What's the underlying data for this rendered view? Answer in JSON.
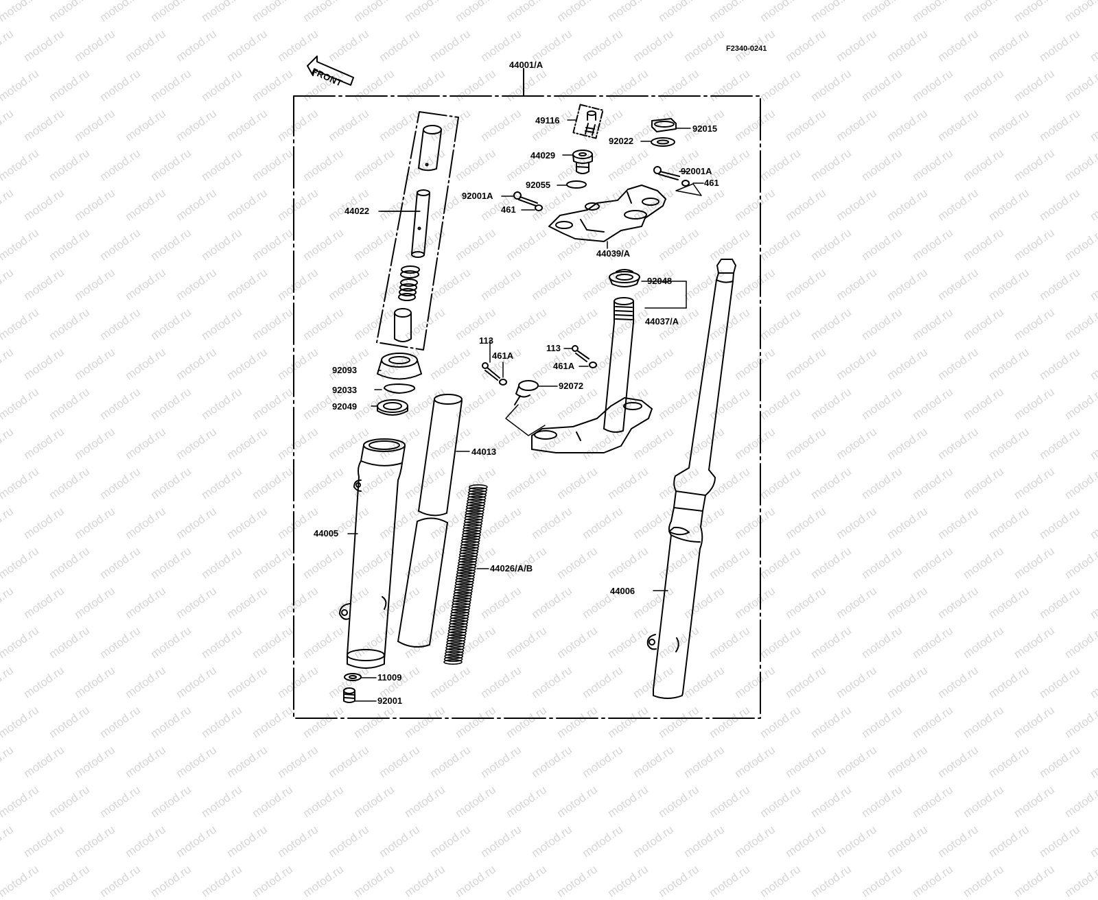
{
  "figure_code": "F2340-0241",
  "watermark_text": "motod.ru",
  "front_label": "FRONT",
  "parts": {
    "p44001A": "44001/A",
    "p49116": "49116",
    "p92015": "92015",
    "p92022": "92022",
    "p44029": "44029",
    "p92001A_top": "92001A",
    "p461_top_right": "461",
    "p92055": "92055",
    "p92001A_left": "92001A",
    "p461_left": "461",
    "p44022": "44022",
    "p44039A": "44039/A",
    "p92048": "92048",
    "p44037A": "44037/A",
    "p113_left": "113",
    "p461A_left": "461A",
    "p113_right": "113",
    "p461A_right": "461A",
    "p92093": "92093",
    "p92072": "92072",
    "p92033": "92033",
    "p92049": "92049",
    "p44013": "44013",
    "p44005": "44005",
    "p44026AB": "44026/A/B",
    "p44006": "44006",
    "p11009": "11009",
    "p92001": "92001"
  },
  "colors": {
    "line": "#000000",
    "watermark": "#d6d6d6",
    "background": "#ffffff"
  }
}
